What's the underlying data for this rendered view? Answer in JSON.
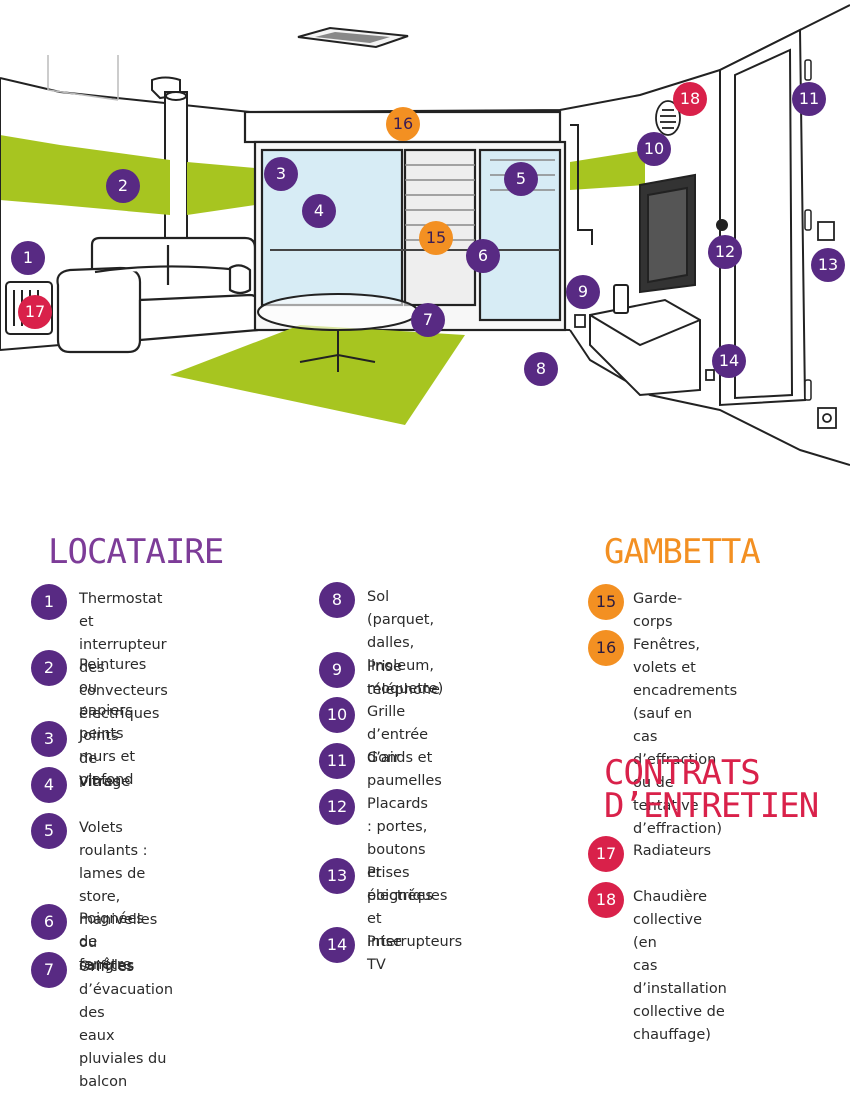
{
  "scene_markers": [
    {
      "id": "1",
      "color": "purple"
    },
    {
      "id": "2",
      "color": "purple"
    },
    {
      "id": "3",
      "color": "purple"
    },
    {
      "id": "4",
      "color": "purple"
    },
    {
      "id": "5",
      "color": "purple"
    },
    {
      "id": "6",
      "color": "purple"
    },
    {
      "id": "7",
      "color": "purple"
    },
    {
      "id": "8",
      "color": "purple"
    },
    {
      "id": "9",
      "color": "purple"
    },
    {
      "id": "10",
      "color": "purple"
    },
    {
      "id": "11",
      "color": "purple"
    },
    {
      "id": "12",
      "color": "purple"
    },
    {
      "id": "13",
      "color": "purple"
    },
    {
      "id": "14",
      "color": "purple"
    },
    {
      "id": "15",
      "color": "orange"
    },
    {
      "id": "16",
      "color": "orange"
    },
    {
      "id": "17",
      "color": "red"
    },
    {
      "id": "18",
      "color": "red"
    }
  ],
  "colors": {
    "purple": "#582A83",
    "orange": "#F39022",
    "red": "#D9214A",
    "lime": "#A7C520"
  },
  "locataire": {
    "title": "LOCATAIRE",
    "items": [
      {
        "num": "1",
        "lines": [
          "Thermostat et interrupteur",
          "des convecteurs électriques"
        ]
      },
      {
        "num": "2",
        "lines": [
          "Peintures ou papiers peints",
          "murs et plafond"
        ]
      },
      {
        "num": "3",
        "lines": [
          "Joints de vitrage"
        ]
      },
      {
        "num": "4",
        "lines": [
          "Vitres"
        ]
      },
      {
        "num": "5",
        "lines": [
          "Volets roulants : lames de",
          "store, manivelles ou",
          "sangles"
        ]
      },
      {
        "num": "6",
        "lines": [
          "Poignées de fenêtre"
        ]
      },
      {
        "num": "7",
        "lines": [
          "Orifices d’évacuation des",
          "eaux pluviales du balcon"
        ]
      },
      {
        "num": "8",
        "lines": [
          "Sol (parquet, dalles,",
          "linoleum, moquette)"
        ]
      },
      {
        "num": "9",
        "lines": [
          "Prise téléphone"
        ]
      },
      {
        "num": "10",
        "lines": [
          "Grille d’entrée d’air"
        ]
      },
      {
        "num": "11",
        "lines": [
          "Gonds et paumelles"
        ]
      },
      {
        "num": "12",
        "lines": [
          "Placards : portes, boutons",
          "et poignées"
        ]
      },
      {
        "num": "13",
        "lines": [
          "Prises électriques et",
          "interrupteurs"
        ]
      },
      {
        "num": "14",
        "lines": [
          "Prise TV"
        ]
      }
    ]
  },
  "gambetta": {
    "title": "GAMBETTA",
    "items": [
      {
        "num": "15",
        "lines": [
          "Garde-corps"
        ]
      },
      {
        "num": "16",
        "lines": [
          "Fenêtres, volets et",
          "encadrements (sauf en",
          "cas d’effraction ou de",
          "tentative d’effraction)"
        ]
      }
    ]
  },
  "contrats": {
    "title_lines": [
      "CONTRATS",
      "D’ENTRETIEN"
    ],
    "items": [
      {
        "num": "17",
        "lines": [
          "Radiateurs"
        ]
      },
      {
        "num": "18",
        "lines": [
          "Chaudière collective (en",
          "cas d’installation",
          "collective de chauffage)"
        ]
      }
    ]
  }
}
